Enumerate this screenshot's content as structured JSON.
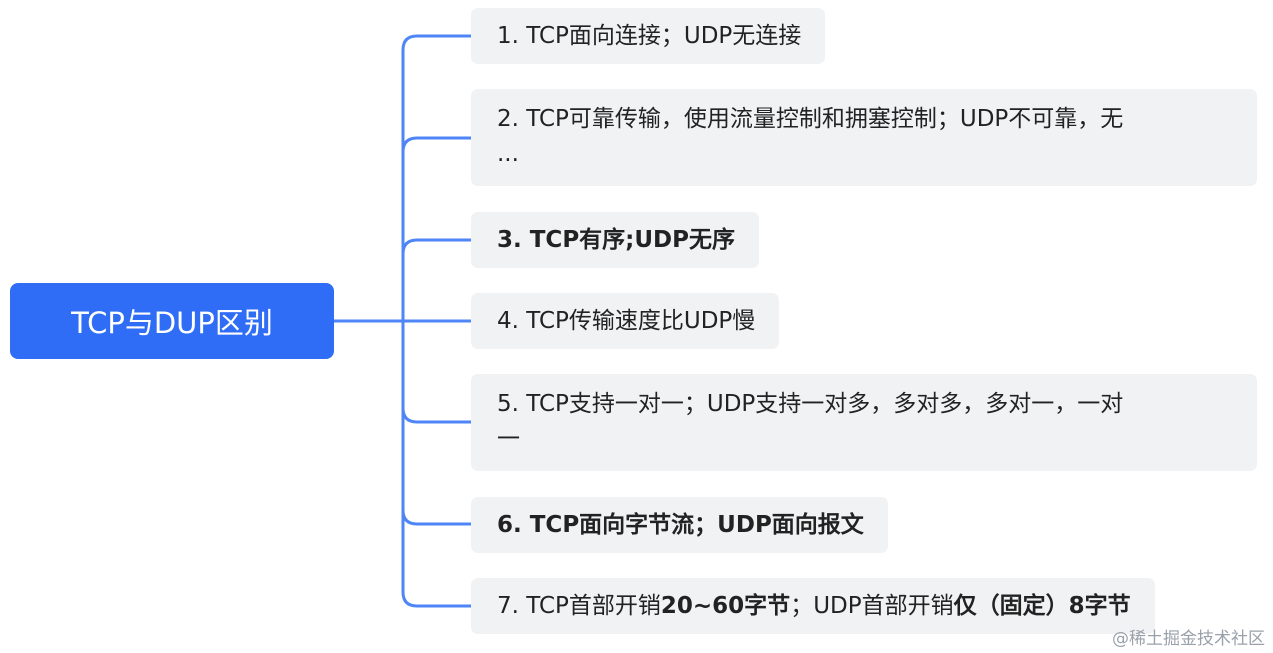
{
  "mindmap": {
    "root": {
      "label": "TCP与DUP区别"
    },
    "branches": [
      {
        "prefix": "1. TCP面向连接；UDP无连接",
        "strong": "",
        "middle": "",
        "strong2": "",
        "line2": ""
      },
      {
        "prefix": "2. TCP可靠传输，使用流量控制和拥塞控制；UDP不可靠，无",
        "strong": "",
        "middle": "",
        "strong2": "",
        "line2": "..."
      },
      {
        "prefix": "",
        "strong": "3. TCP有序;UDP无序",
        "middle": "",
        "strong2": "",
        "line2": ""
      },
      {
        "prefix": "4. TCP传输速度比UDP慢",
        "strong": "",
        "middle": "",
        "strong2": "",
        "line2": ""
      },
      {
        "prefix": "5. TCP支持一对一；UDP支持一对多，多对多，多对一，一对",
        "strong": "",
        "middle": "",
        "strong2": "",
        "line2": "一"
      },
      {
        "prefix": "",
        "strong": "6. TCP面向字节流；UDP面向报文",
        "middle": "",
        "strong2": "",
        "line2": ""
      },
      {
        "prefix": "7. TCP首部开销",
        "strong": "20~60字节",
        "middle": "；UDP首部开销",
        "strong2": "仅（固定）8字节",
        "line2": ""
      }
    ]
  },
  "watermark": "@稀土掘金技术社区",
  "colors": {
    "root_fill": "#2f6df6",
    "connector": "#4f86f7",
    "branch_fill": "#f1f2f4"
  }
}
